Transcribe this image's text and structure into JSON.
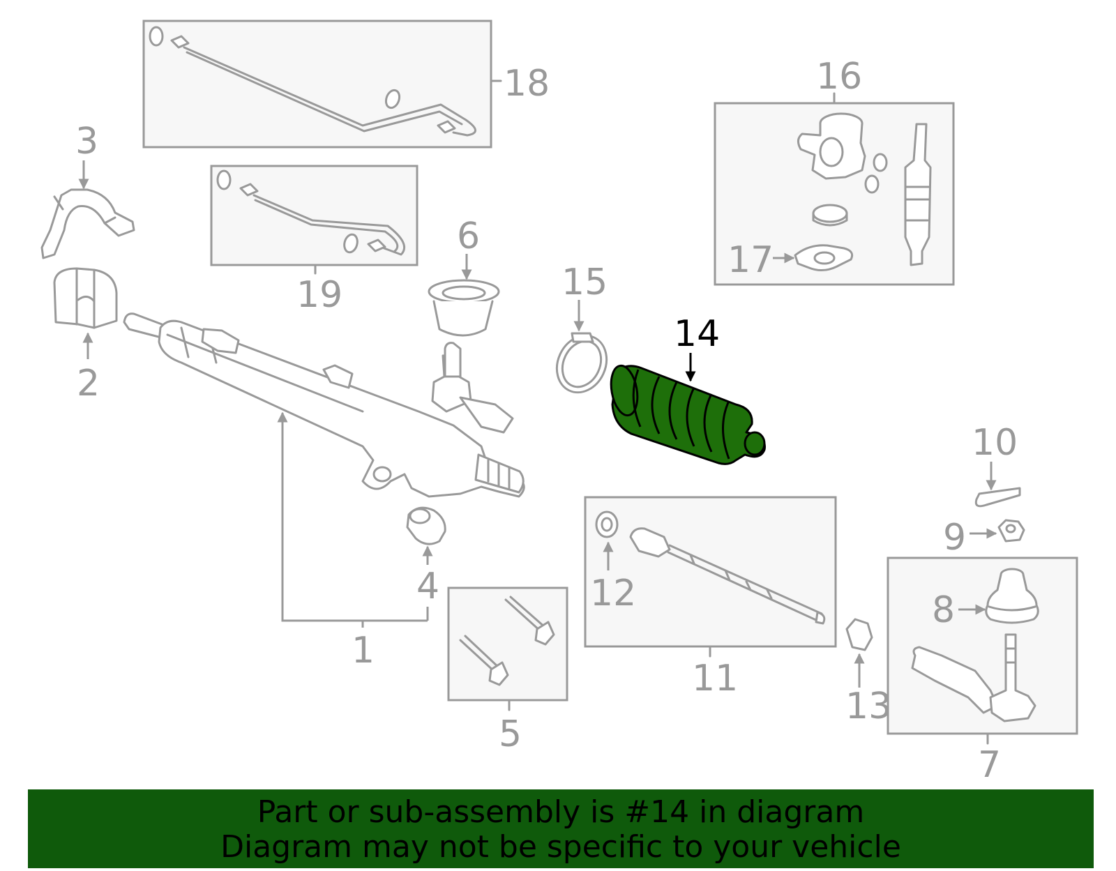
{
  "diagram": {
    "highlighted_part": "14",
    "highlight_color": "#1e6f0a",
    "banner_color": "#0f5a0b",
    "callouts": {
      "p1": "1",
      "p2": "2",
      "p3": "3",
      "p4": "4",
      "p5": "5",
      "p6": "6",
      "p7": "7",
      "p8": "8",
      "p9": "9",
      "p10": "10",
      "p11": "11",
      "p12": "12",
      "p13": "13",
      "p14": "14",
      "p15": "15",
      "p16": "16",
      "p17": "17",
      "p18": "18",
      "p19": "19"
    }
  },
  "banner": {
    "line1": "Part or sub-assembly is #14 in diagram",
    "line2": "Diagram may not be specific to your vehicle"
  }
}
